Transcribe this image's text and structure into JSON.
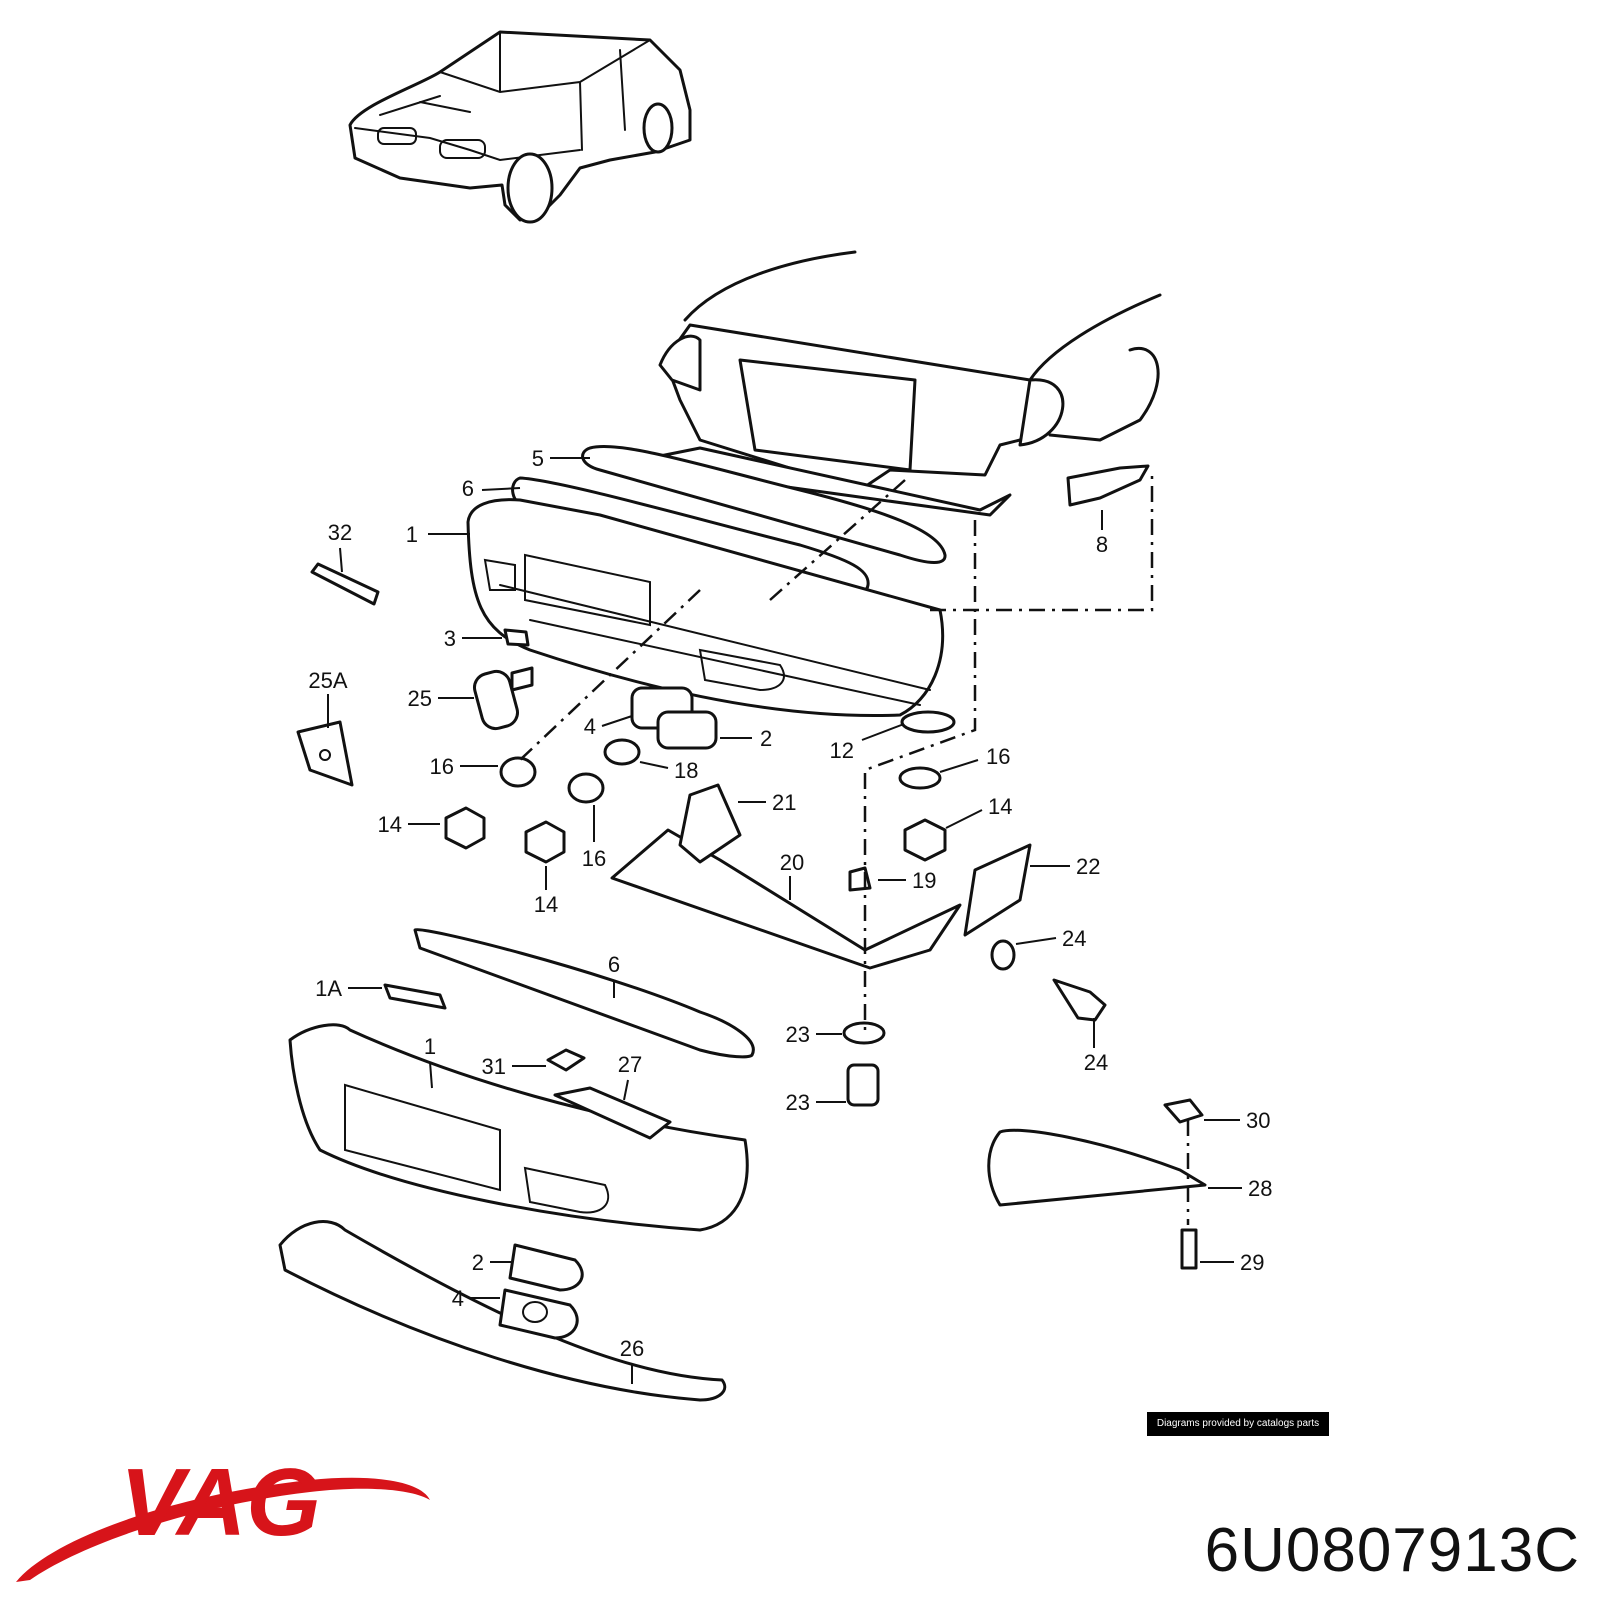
{
  "diagram": {
    "callouts": [
      {
        "id": "c32",
        "label": "32"
      },
      {
        "id": "c1a",
        "label": "1"
      },
      {
        "id": "c6a",
        "label": "6"
      },
      {
        "id": "c5",
        "label": "5"
      },
      {
        "id": "c3",
        "label": "3"
      },
      {
        "id": "c25a",
        "label": "25A"
      },
      {
        "id": "c25",
        "label": "25"
      },
      {
        "id": "c4a",
        "label": "4"
      },
      {
        "id": "c2a",
        "label": "2"
      },
      {
        "id": "c16a",
        "label": "16"
      },
      {
        "id": "c18",
        "label": "18"
      },
      {
        "id": "c14a",
        "label": "14"
      },
      {
        "id": "c14b",
        "label": "14"
      },
      {
        "id": "c16b",
        "label": "16"
      },
      {
        "id": "c12",
        "label": "12"
      },
      {
        "id": "c16c",
        "label": "16"
      },
      {
        "id": "c14c",
        "label": "14"
      },
      {
        "id": "c21",
        "label": "21"
      },
      {
        "id": "c20",
        "label": "20"
      },
      {
        "id": "c19",
        "label": "19"
      },
      {
        "id": "c22",
        "label": "22"
      },
      {
        "id": "c8",
        "label": "8"
      },
      {
        "id": "c24a",
        "label": "24"
      },
      {
        "id": "c23a",
        "label": "23"
      },
      {
        "id": "c24b",
        "label": "24"
      },
      {
        "id": "c23b",
        "label": "23"
      },
      {
        "id": "c6b",
        "label": "6"
      },
      {
        "id": "c1A",
        "label": "1A"
      },
      {
        "id": "c1b",
        "label": "1"
      },
      {
        "id": "c31",
        "label": "31"
      },
      {
        "id": "c27",
        "label": "27"
      },
      {
        "id": "c30",
        "label": "30"
      },
      {
        "id": "c28",
        "label": "28"
      },
      {
        "id": "c29",
        "label": "29"
      },
      {
        "id": "c2b",
        "label": "2"
      },
      {
        "id": "c4b",
        "label": "4"
      },
      {
        "id": "c26",
        "label": "26"
      }
    ]
  },
  "footer": {
    "credit": "Diagrams provided by catalogs parts",
    "brand": "VAG",
    "part_number": "6U0807913C"
  },
  "colors": {
    "brand_red": "#d7141a",
    "line": "#111111"
  }
}
